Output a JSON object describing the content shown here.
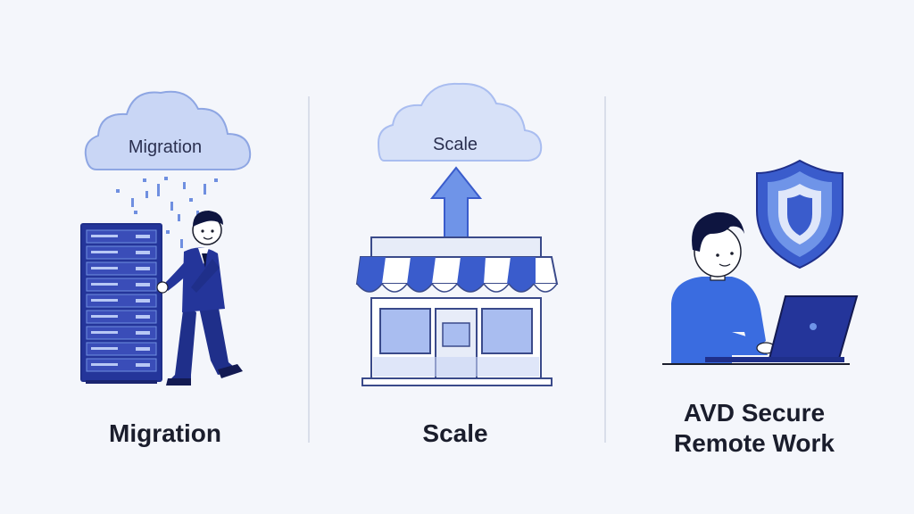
{
  "panels": [
    {
      "cloud_label": "Migration",
      "caption": "Migration"
    },
    {
      "cloud_label": "Scale",
      "caption": "Scale"
    },
    {
      "caption_line1": "AVD Secure",
      "caption_line2": "Remote Work"
    }
  ],
  "colors": {
    "navy": "#1f2f8a",
    "blue": "#3a5ccc",
    "light_blue": "#a9bdf0",
    "cloud": "#c9d6f5",
    "background": "#f4f6fb"
  },
  "icons": [
    "cloud-icon",
    "server-rack-icon",
    "person-icon",
    "up-arrow-icon",
    "storefront-icon",
    "shield-icon",
    "laptop-icon"
  ]
}
